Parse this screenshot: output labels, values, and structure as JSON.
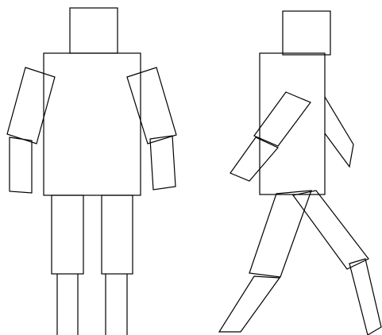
{
  "figures": [
    {
      "name": "standing-figure",
      "pose": "standing",
      "parts": [
        "head",
        "torso",
        "left-upper-arm",
        "left-forearm",
        "right-upper-arm",
        "right-forearm",
        "left-thigh",
        "right-thigh",
        "left-shin",
        "right-shin"
      ]
    },
    {
      "name": "walking-figure",
      "pose": "walking",
      "parts": [
        "head",
        "torso",
        "front-upper-arm",
        "front-forearm",
        "back-arm",
        "front-thigh",
        "back-thigh",
        "front-shin",
        "back-shin"
      ]
    }
  ],
  "colors": {
    "stroke": "#000000",
    "background": "#ffffff"
  }
}
